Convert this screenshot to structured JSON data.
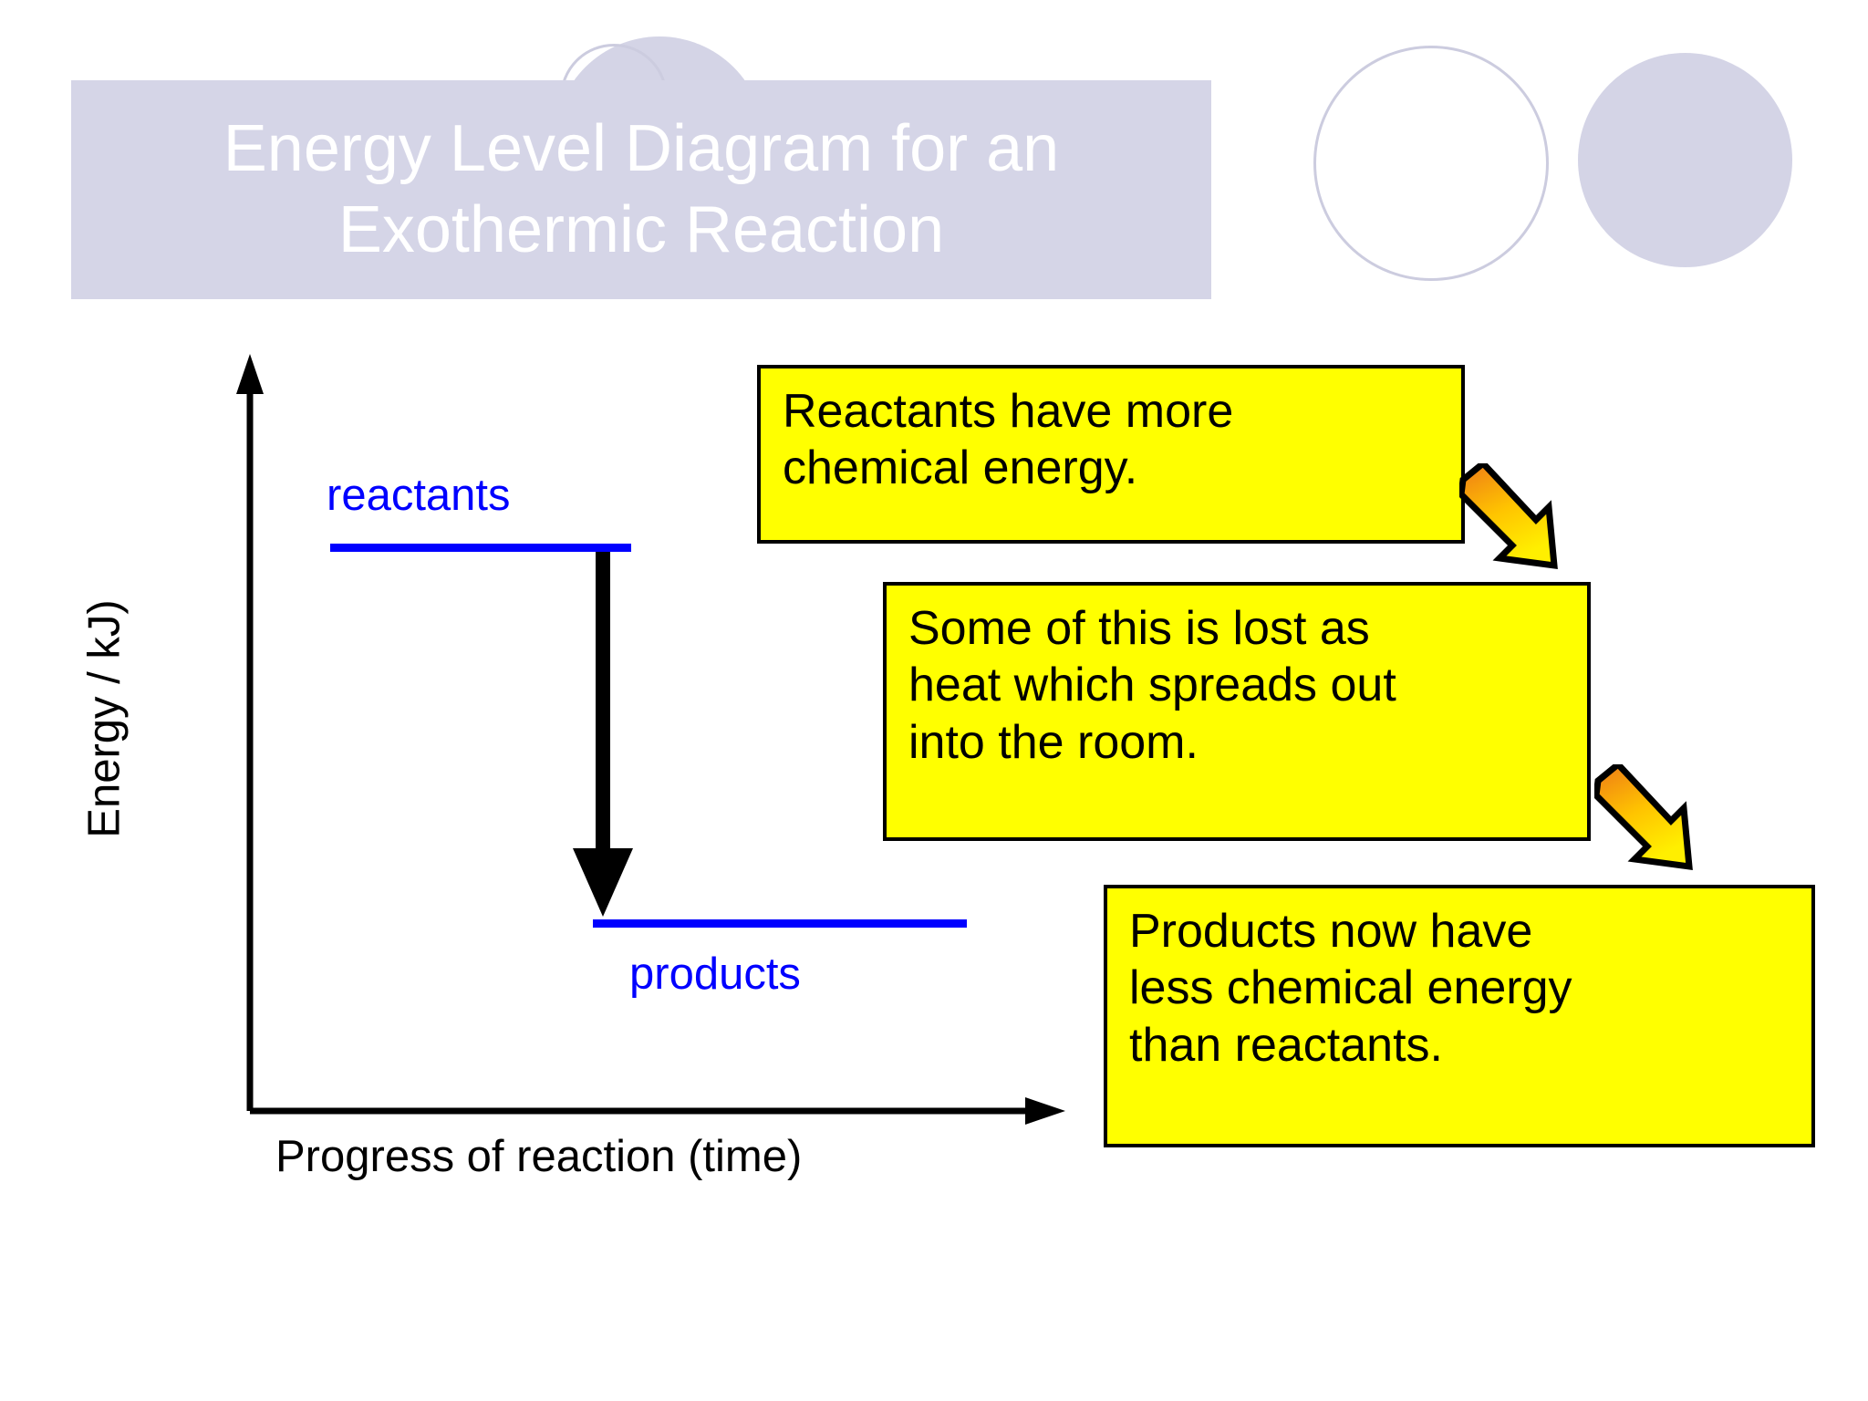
{
  "slide": {
    "title": "Energy Level Diagram for an\nExothermic Reaction",
    "background_color": "#ffffff"
  },
  "theme": {
    "title_band_color": "#d5d5e7",
    "title_text_color": "#ffffff",
    "deco_circle_fill": "#d4d4e6",
    "deco_circle_outline": "#ccccdf",
    "level_color": "#0000ff",
    "axis_color": "#000000",
    "callout_fill": "#ffff00",
    "callout_border": "#000000",
    "arrow_gradient_start": "#ef7d1a",
    "arrow_gradient_end": "#ffee00"
  },
  "chart_data": {
    "type": "line",
    "title": "Energy Level Diagram for an Exothermic Reaction",
    "xlabel": "Progress of reaction (time)",
    "ylabel": "Energy / kJ)",
    "grid": false,
    "legend": "none",
    "x": [
      "reactants",
      "products"
    ],
    "categories": [
      "reactants",
      "products"
    ],
    "series": [
      {
        "name": "energy level",
        "labels": [
          "reactants",
          "products"
        ],
        "values": [
          1.0,
          0.33
        ]
      }
    ],
    "annotations": [
      "Reactants have more chemical energy.",
      "Some of this is lost as heat which spreads out into the room.",
      "Products  now have less chemical energy than reactants."
    ],
    "notes": "Downward black arrow from the reactants level to the lower products level indicates energy released (exothermic)."
  },
  "diagram": {
    "y_axis_label": "Energy / kJ)",
    "x_axis_label": "Progress of reaction (time)",
    "levels": [
      {
        "key": "reactants",
        "label": "reactants"
      },
      {
        "key": "products",
        "label": "products"
      }
    ],
    "energy_arrow_direction": "down"
  },
  "callouts": [
    {
      "id": "callout-1",
      "text": "Reactants have more\nchemical energy."
    },
    {
      "id": "callout-2",
      "text": "Some of this is lost as\nheat which spreads out\ninto the room."
    },
    {
      "id": "callout-3",
      "text": "Products  now have\nless chemical energy\nthan reactants."
    }
  ]
}
